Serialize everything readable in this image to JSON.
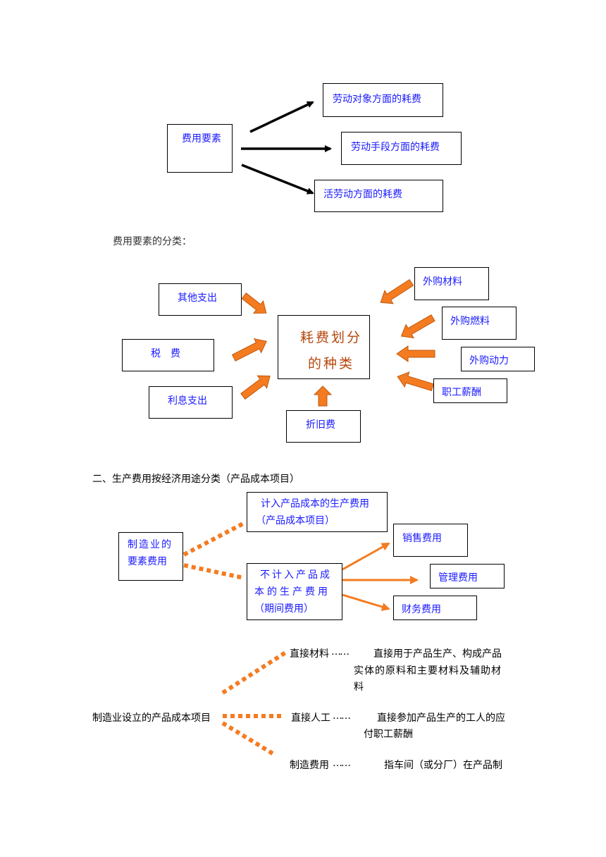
{
  "section1": {
    "source": "费用要素",
    "targets": [
      "劳动对象方面的耗费",
      "劳动手段方面的耗费",
      "活劳动方面的耗费"
    ]
  },
  "classification_caption": "费用要素的分类：",
  "section2": {
    "center_line1": "耗费划分",
    "center_line2": "的种类",
    "left_items": [
      "其他支出",
      "税　费",
      "利息支出"
    ],
    "bottom_item": "折旧费",
    "right_items": [
      "外购材料",
      "外购燃料",
      "外购动力",
      "职工薪酬"
    ]
  },
  "section3": {
    "heading": "二、生产费用按经济用途分类（产品成本项目）",
    "source_line1": "制造业的",
    "source_line2": "要素费用",
    "included_line1": "计入产品成本的生产费用",
    "included_line2": "（产品成本项目）",
    "excluded_line1": "不计入产品成",
    "excluded_line2": "本的生产费用",
    "excluded_line3": "（期间费用）",
    "period_costs": [
      "销售费用",
      "管理费用",
      "财务费用"
    ]
  },
  "section4": {
    "root": "制造业设立的产品成本项目",
    "items": [
      {
        "term": "直接材料",
        "dots": "……",
        "desc_line1": "直接用于产品生产、构成产品",
        "desc_line2": "实体的原料和主要材料及辅助材",
        "desc_line3": "料"
      },
      {
        "term": "直接人工",
        "dots": "……",
        "desc_line1": "直接参加产品生产的工人的应",
        "desc_line2": "付职工薪酬"
      },
      {
        "term": "制造费用",
        "dots": "……",
        "desc_line1": "指车间（或分厂）在产品制"
      }
    ]
  },
  "colors": {
    "accent_orange": "#f47b20",
    "text_blue": "#1a1aff",
    "title_brown": "#b5470b"
  }
}
